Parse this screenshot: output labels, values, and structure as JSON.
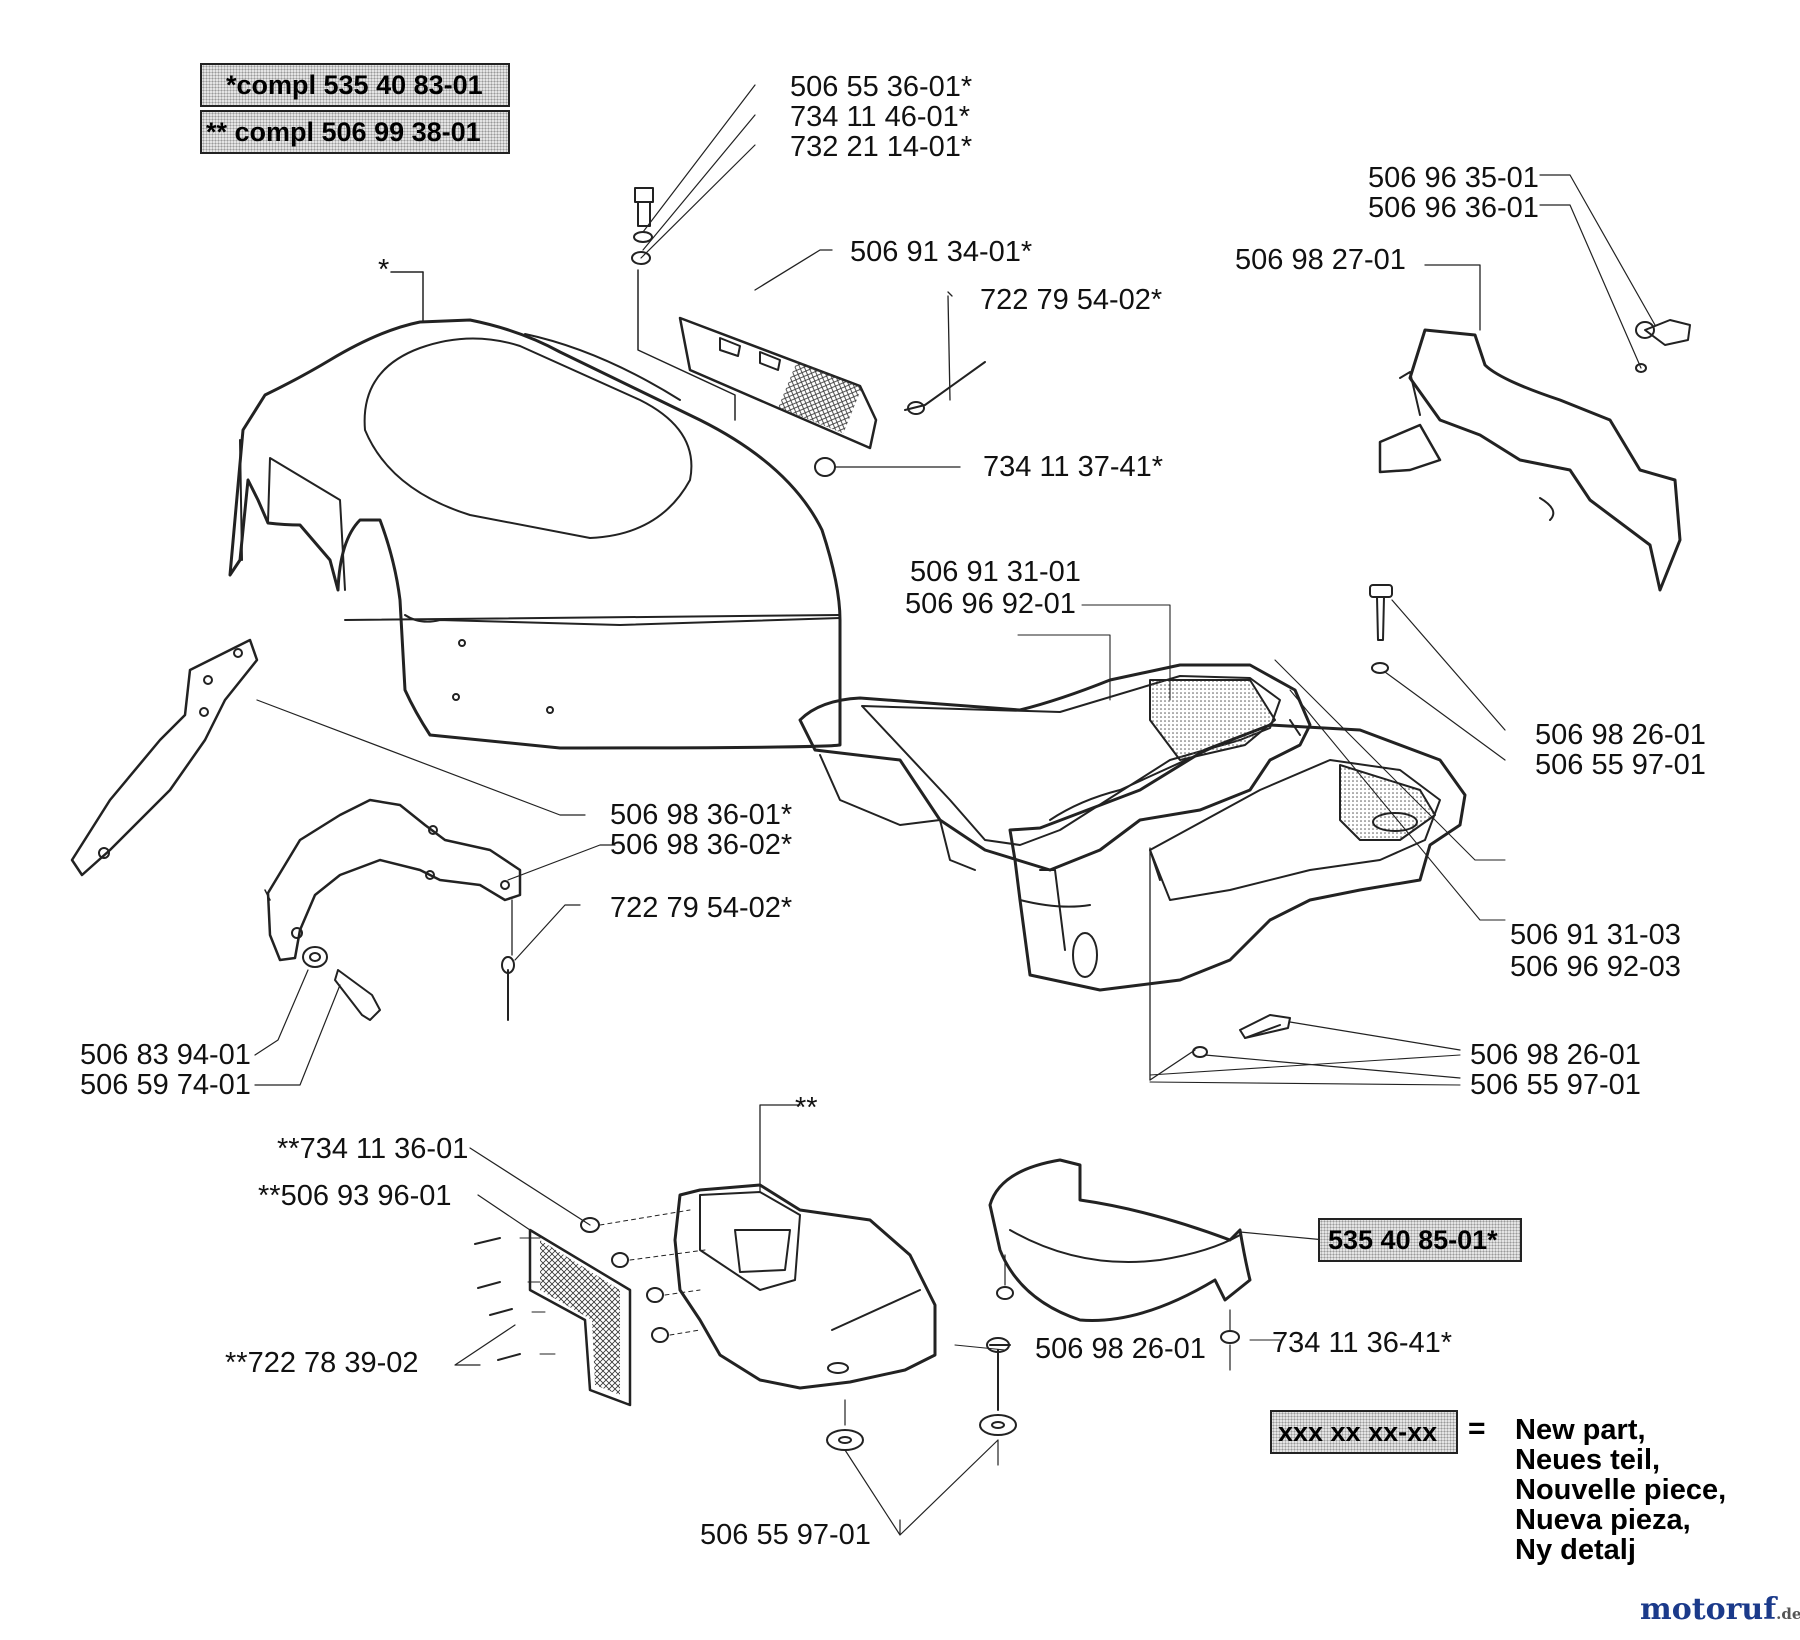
{
  "compl_boxes": [
    "*compl 535 40 83-01",
    "** compl 506 99 38-01"
  ],
  "new_part_box": "535 40 85-01*",
  "star_marks": [
    "*",
    "**"
  ],
  "labels": [
    "506 55 36-01*",
    "734 11 46-01*",
    "732 21 14-01*",
    "506 91 34-01*",
    "722 79 54-02*",
    "734 11 37-41*",
    "506 96 35-01",
    "506 96 36-01",
    "506 98 27-01",
    "506 91 31-01",
    "506 96 92-01",
    "506 98 26-01",
    "506 55 97-01",
    "506 98 36-01*",
    "506 98 36-02*",
    "722 79 54-02*",
    "506 91 31-03",
    "506 96 92-03",
    "506 83 94-01",
    "506 59 74-01",
    "506 98 26-01",
    "506 55 97-01",
    "**734 11 36-01",
    "**506 93 96-01",
    "**722 78 39-02",
    "506 98 26-01",
    "734 11 36-41*",
    "506 55 97-01"
  ],
  "legend": {
    "pattern": "xxx xx xx-xx",
    "equals": "=",
    "lines": [
      "New part,",
      "Neues teil,",
      "Nouvelle piece,",
      "Nueva pieza,",
      "Ny detalj"
    ]
  },
  "watermark": {
    "name": "motoruf",
    "suffix": ".de"
  },
  "colors": {
    "line": "#222222",
    "box_fill": "#e4e4e4",
    "wm_a": "#1b3a8a",
    "wm_b": "#c0392b"
  }
}
